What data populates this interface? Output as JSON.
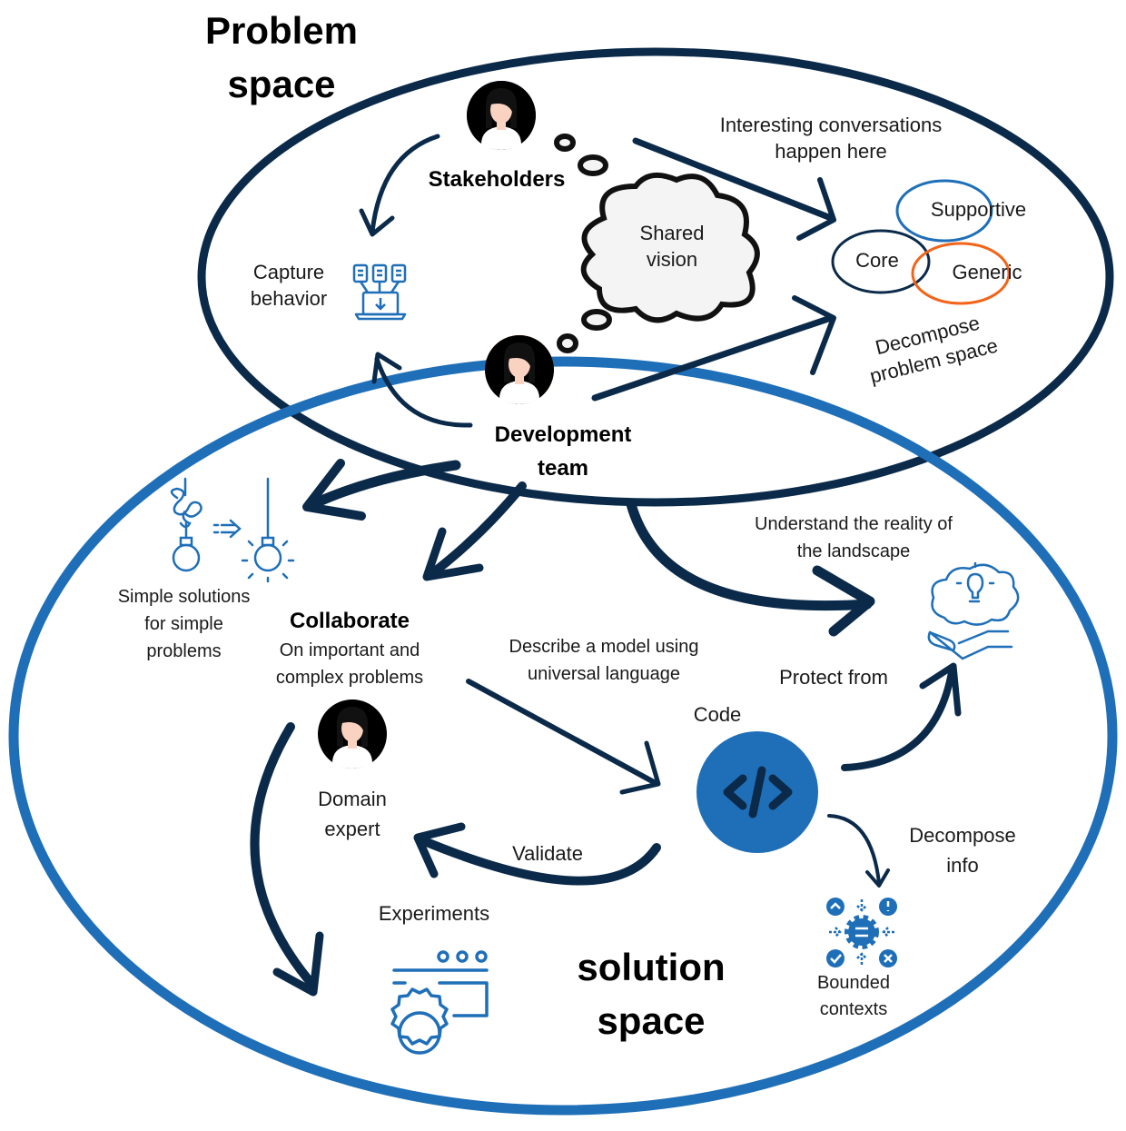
{
  "colors": {
    "navy": "#0b2a4a",
    "blue": "#1f6fb8",
    "orange": "#f26419",
    "cloud_fill": "#f4f4f4",
    "skin": "#fad2c1",
    "hair": "#111111"
  },
  "problem_space": {
    "title_line1": "Problem",
    "title_line2": "space",
    "stakeholders": {
      "label": "Stakeholders",
      "avatar": "person-avatar-blue"
    },
    "development_team": {
      "label_line1": "Development",
      "label_line2": "team",
      "avatar": "person-avatar-orange"
    },
    "capture_behavior": {
      "line1": "Capture",
      "line2": "behavior",
      "icon": "documents-to-laptop-icon"
    },
    "shared_vision": {
      "line1": "Shared",
      "line2": "vision",
      "icon": "thought-cloud"
    },
    "interesting_conversations": {
      "line1": "Interesting conversations",
      "line2": "happen here"
    },
    "subdomains": [
      {
        "label": "Supportive",
        "color": "#1f6fb8"
      },
      {
        "label": "Core",
        "color": "#0b2a4a"
      },
      {
        "label": "Generic",
        "color": "#f26419"
      }
    ],
    "decompose_problem_space": {
      "line1": "Decompose",
      "line2": "problem space"
    }
  },
  "solution_space": {
    "title_line1": "solution",
    "title_line2": "space",
    "simple_solutions": {
      "line1": "Simple solutions",
      "line2": "for simple",
      "line3": "problems",
      "icon": "tangled-to-bright-bulb-icon"
    },
    "collaborate": {
      "title": "Collaborate",
      "line1": "On important and",
      "line2": "complex problems"
    },
    "understand_reality": {
      "line1": "Understand the reality of",
      "line2": "the landscape",
      "icon": "hand-holding-brain-idea-icon"
    },
    "describe_model": {
      "line1": "Describe a model using",
      "line2": "universal language"
    },
    "protect_from": "Protect from",
    "code": {
      "label": "Code",
      "icon": "code-brackets-icon"
    },
    "domain_expert": {
      "line1": "Domain",
      "line2": "expert",
      "avatar": "person-avatar-navy"
    },
    "validate": "Validate",
    "decompose_info": {
      "line1": "Decompose",
      "line2": "info"
    },
    "bounded_contexts": {
      "line1": "Bounded",
      "line2": "contexts",
      "icon": "gear-hub-icon"
    },
    "experiments": {
      "label": "Experiments",
      "icon": "browser-gear-icon"
    }
  }
}
